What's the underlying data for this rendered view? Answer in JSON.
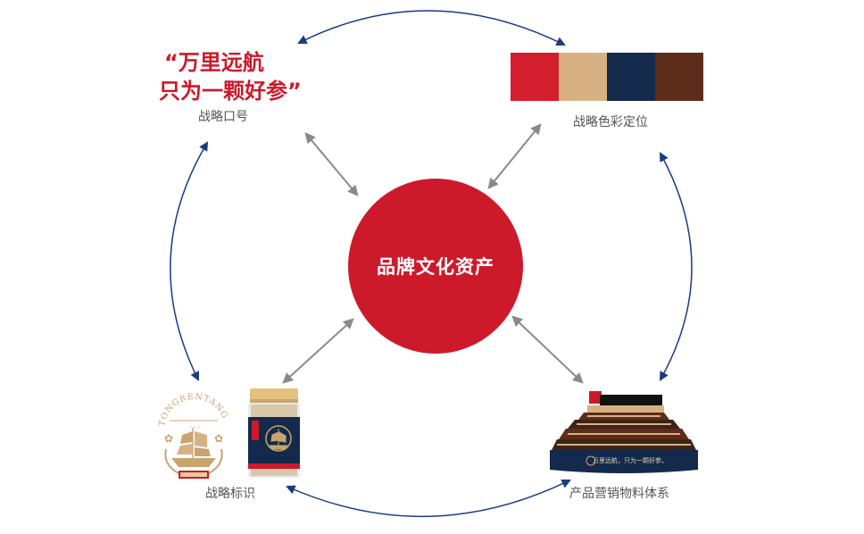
{
  "center": {
    "label": "品牌文化资产"
  },
  "slogan": {
    "line1": "“万里远航",
    "line2": "只为一颗好参”",
    "caption": "战略口号"
  },
  "colors": {
    "caption": "战略色彩定位",
    "swatches": [
      "#d21e2d",
      "#d8b183",
      "#132a4c",
      "#5d2c1b"
    ],
    "accent_red": "#cc1a2b",
    "arrow_blue": "#1b3a84",
    "arrow_gray": "#8a8a8a"
  },
  "emblem": {
    "caption": "战略标识",
    "logo_text": "TONGRENTANG",
    "logo_icon": "sailing-ship-icon",
    "jar_icon": "product-jar-icon"
  },
  "marketing": {
    "caption": "产品营销物料体系",
    "booth_slogan": "万里远航，只为一颗好参。"
  }
}
